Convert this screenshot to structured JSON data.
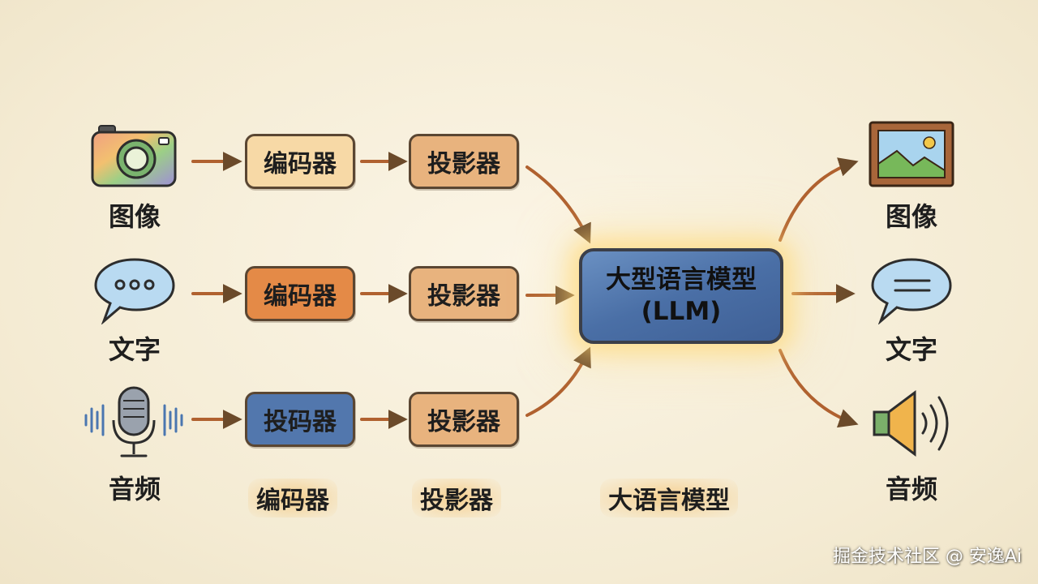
{
  "inputs": {
    "image_label": "图像",
    "text_label": "文字",
    "audio_label": "音频"
  },
  "encoders": {
    "image": "编码器",
    "text": "编码器",
    "audio": "投码器"
  },
  "projectors": {
    "image": "投影器",
    "text": "投影器",
    "audio": "投影器"
  },
  "llm": {
    "line1": "大型语言模型",
    "line2": "(LLM)"
  },
  "outputs": {
    "image_label": "图像",
    "text_label": "文字",
    "audio_label": "音频"
  },
  "bottom_labels": {
    "encoder": "编码器",
    "projector": "投影器",
    "llm": "大语言模型"
  },
  "credit": "掘金技术社区 @ 安逸Ai",
  "colors": {
    "background": "#f6efdc",
    "encoder_light": "#f7d9a6",
    "encoder_orange": "#e48a47",
    "encoder_blue": "#5277ad",
    "projector": "#e8b37e",
    "llm_blue": "#4f76ab",
    "arrow": "#b0612f",
    "glow": "#ffd66e"
  },
  "icons": {
    "image_input": "camera-icon",
    "text_input": "speech-bubble-dots-icon",
    "audio_input": "microphone-icon",
    "image_output": "framed-picture-icon",
    "text_output": "speech-bubble-lines-icon",
    "audio_output": "speaker-icon"
  }
}
